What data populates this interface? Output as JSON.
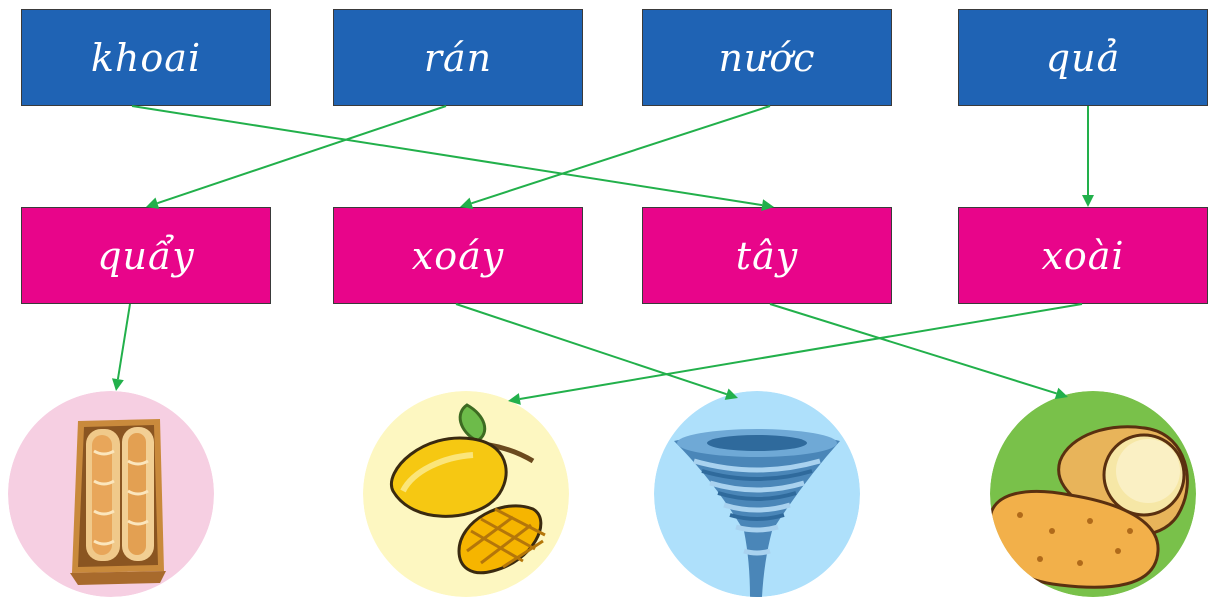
{
  "colors": {
    "top_box": "#1f63b4",
    "middle_box": "#e8058a",
    "arrow": "#22b04b",
    "circle_bread": "#f6cfe2",
    "circle_mango": "#fdf7c1",
    "circle_whirl": "#aee0fb",
    "circle_potato": "#79c14a"
  },
  "top_words": [
    "khoai",
    "rán",
    "nước",
    "quả"
  ],
  "middle_words": [
    "quẩy",
    "xoáy",
    "tây",
    "xoài"
  ],
  "pictures": [
    "bread-sticks-icon",
    "mango-icon",
    "whirlpool-icon",
    "potato-icon"
  ],
  "connections": {
    "top_to_middle": [
      [
        0,
        2
      ],
      [
        1,
        0
      ],
      [
        2,
        1
      ],
      [
        3,
        3
      ]
    ],
    "middle_to_picture": [
      [
        0,
        0
      ],
      [
        1,
        2
      ],
      [
        2,
        3
      ],
      [
        3,
        1
      ]
    ]
  }
}
